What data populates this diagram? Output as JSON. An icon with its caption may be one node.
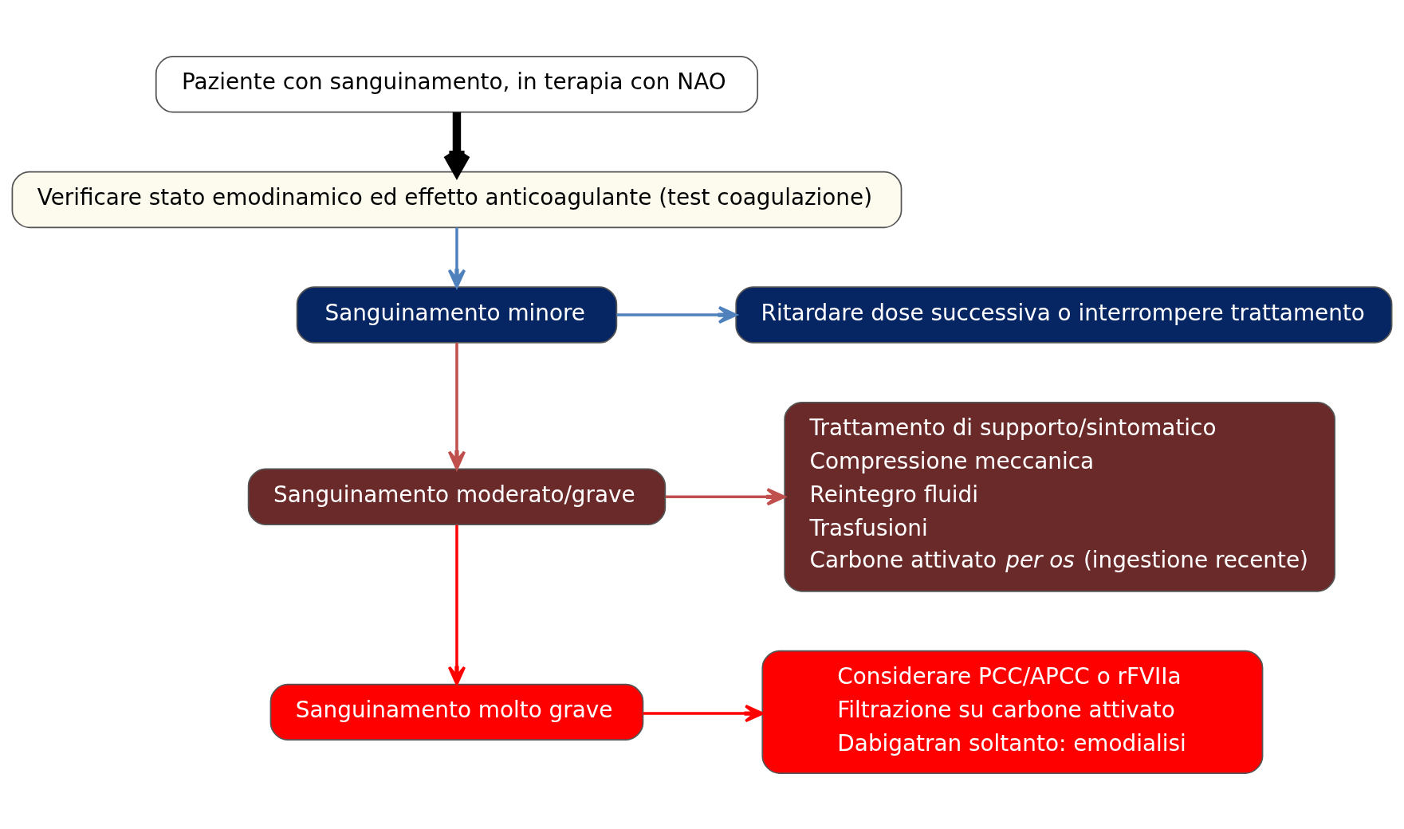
{
  "diagram": {
    "nodes": [
      {
        "text": [
          "Paziente con sanguinamento, in terapia con NAO"
        ]
      },
      {
        "text": [
          "Verificare stato emodinamico ed effetto anticoagulante (test coagulazione)"
        ]
      },
      {
        "text": [
          "Sanguinamento minore"
        ]
      },
      {
        "text": [
          "Ritardare dose successiva o interrompere trattamento"
        ]
      },
      {
        "text": [
          "Sanguinamento moderato/grave"
        ]
      },
      {
        "text": [
          "Trattamento di supporto/sintomatico",
          "Compressione meccanica",
          "Reintegro fluidi",
          "Trasfusioni",
          "Carbone attivato *per os* (ingestione recente)"
        ]
      },
      {
        "text": [
          "Sanguinamento molto grave"
        ]
      },
      {
        "text": [
          "Considerare PCC/APCC o rFVIIa",
          "Filtrazione su carbone attivato",
          "Dabigatran soltanto: emodialisi"
        ]
      }
    ],
    "edges": [
      {
        "from": 0,
        "to": 1,
        "arrow": "to",
        "style": "thick",
        "color": "#000000"
      },
      {
        "from": 1,
        "to": 2,
        "arrow": "to",
        "color": "#4f81bd"
      },
      {
        "from": 2,
        "to": 3,
        "arrow": "to",
        "color": "#4f81bd"
      },
      {
        "from": 2,
        "to": 4,
        "arrow": "to",
        "color": "#c0504d"
      },
      {
        "from": 4,
        "to": 5,
        "arrow": "to",
        "color": "#c0504d"
      },
      {
        "from": 4,
        "to": 6,
        "arrow": "to",
        "color": "#ff0000"
      },
      {
        "from": 6,
        "to": 7,
        "arrow": "to",
        "color": "#ff0000"
      }
    ]
  }
}
